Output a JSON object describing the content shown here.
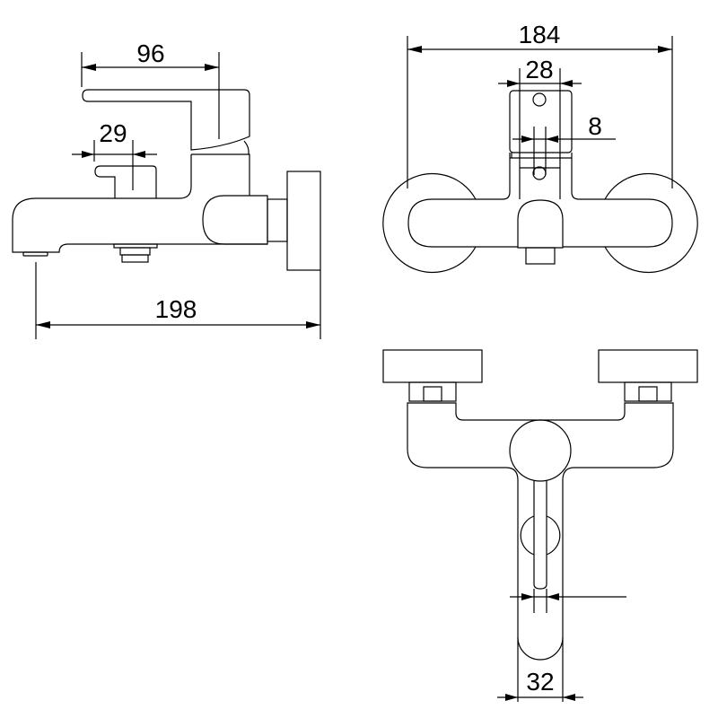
{
  "drawing": {
    "side_view": {
      "dim_lever_length": "96",
      "dim_spout_lever": "29",
      "dim_total_depth": "198"
    },
    "front_view": {
      "dim_width": "184",
      "dim_cap_width": "28",
      "dim_stem": "8"
    },
    "bottom_view": {
      "dim_spout_width": "32"
    },
    "line_color": "#000000",
    "background": "#ffffff"
  }
}
